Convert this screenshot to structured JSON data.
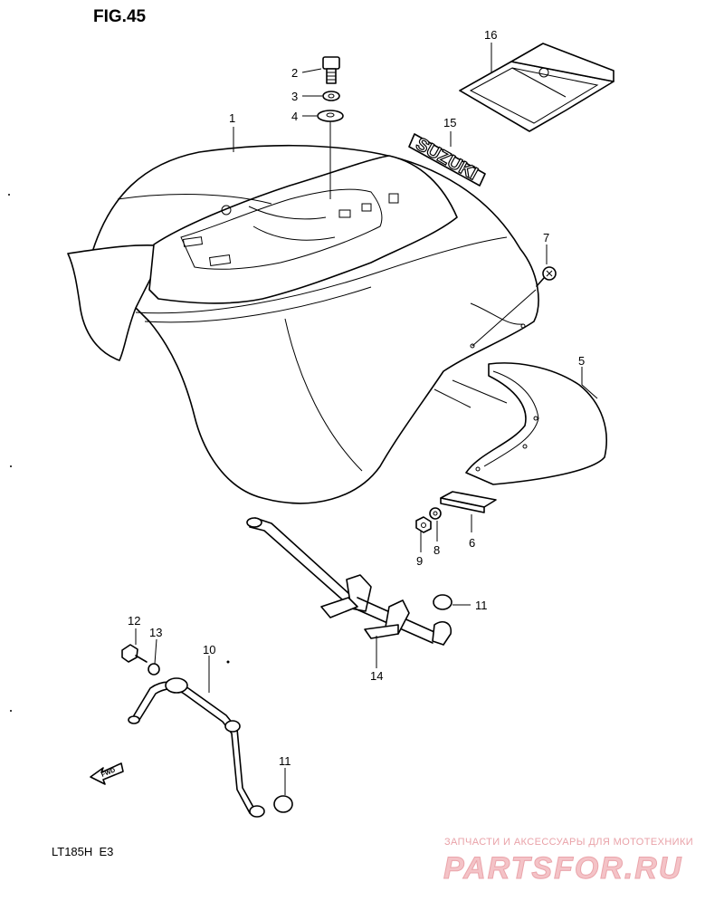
{
  "figure": {
    "title": "FIG.45"
  },
  "model": {
    "label": "LT185H  E3"
  },
  "callouts": [
    {
      "id": "1",
      "part": "rear-fender"
    },
    {
      "id": "2",
      "part": "bolt"
    },
    {
      "id": "3",
      "part": "washer"
    },
    {
      "id": "4",
      "part": "cushion-washer"
    },
    {
      "id": "5",
      "part": "mud-flap"
    },
    {
      "id": "6",
      "part": "flap-plate"
    },
    {
      "id": "7",
      "part": "screw"
    },
    {
      "id": "8",
      "part": "washer"
    },
    {
      "id": "9",
      "part": "nut"
    },
    {
      "id": "10",
      "part": "fender-brace"
    },
    {
      "id": "11",
      "part": "cap"
    },
    {
      "id": "11",
      "part": "cap"
    },
    {
      "id": "12",
      "part": "bolt"
    },
    {
      "id": "13",
      "part": "washer"
    },
    {
      "id": "14",
      "part": "fender-bracket"
    },
    {
      "id": "15",
      "part": "emblem"
    },
    {
      "id": "16",
      "part": "reflector-plate"
    }
  ],
  "emblem": {
    "text": "SUZUKI"
  },
  "fwd_arrow": {
    "text": "FWD"
  },
  "watermark": {
    "tagline": "ЗАПЧАСТИ И АКСЕССУАРЫ ДЛЯ МОТОТЕХНИКИ",
    "brand": "PARTSFOR.RU",
    "color": "#f4c3c7"
  }
}
